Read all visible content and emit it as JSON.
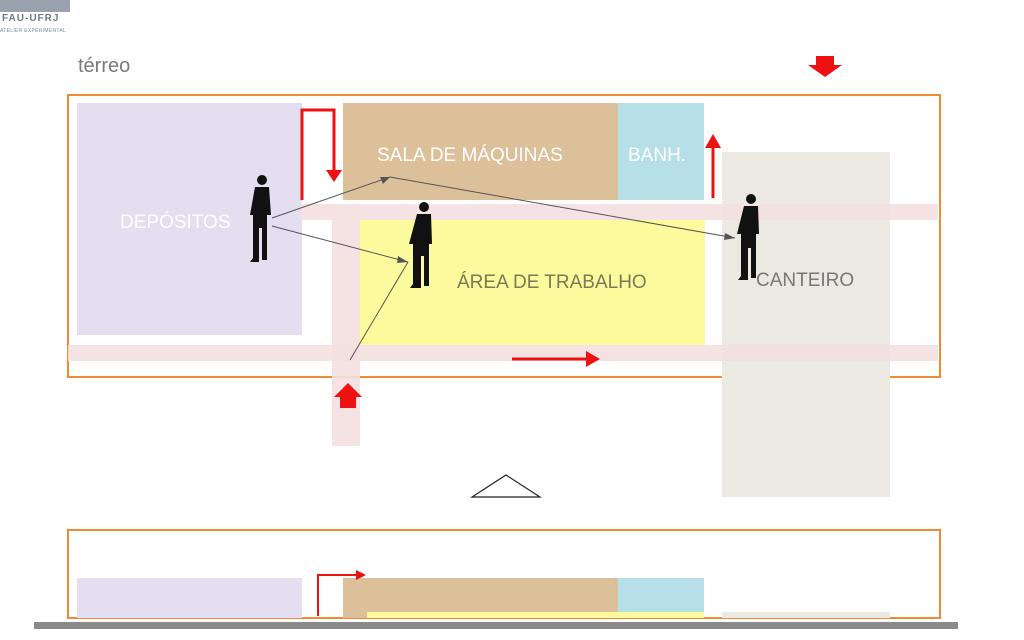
{
  "logo": {
    "main": "FAU-UFRJ",
    "sub": "ATELIER EXPERIMENTAL"
  },
  "floor_label": "térreo",
  "rooms": {
    "depositos": "DEPÓSITOS",
    "sala_maquinas": "SALA DE MÁQUINAS",
    "banheiro": "BANH.",
    "area_trabalho": "ÁREA DE TRABALHO",
    "canteiro": "CANTEIRO"
  },
  "colors": {
    "outline": "#f08a34",
    "depositos": "#e3def0",
    "sala_maquinas": "#dcc09a",
    "banheiro": "#b7dfe8",
    "area_trabalho": "#fbfb9d",
    "canteiro": "#ece9e2",
    "circulation": "#f4dfe0",
    "arrow": "#ee1111",
    "person": "#111111",
    "ground": "#8a8a8a"
  },
  "icons": {
    "person": "person-silhouette-icon",
    "entry": "entry-arrow-icon",
    "flow": "flow-arrow-icon",
    "north": "triangle-marker-icon"
  }
}
